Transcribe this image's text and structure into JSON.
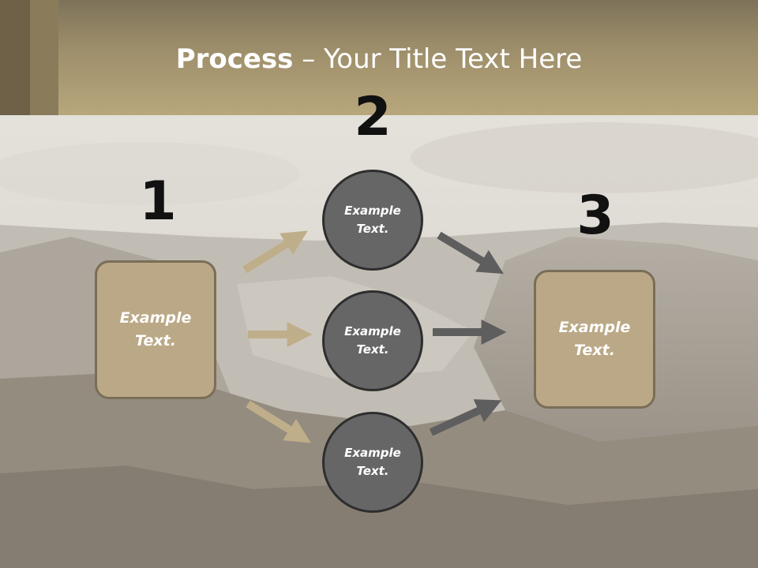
{
  "title": {
    "bold": "Process",
    "rest": " – Your Title Text Here"
  },
  "steps": [
    {
      "number": "1",
      "text_line1": "Example",
      "text_line2": "Text."
    },
    {
      "number": "2"
    },
    {
      "number": "3",
      "text_line1": "Example",
      "text_line2": "Text."
    }
  ],
  "circles": [
    {
      "text_line1": "Example",
      "text_line2": "Text."
    },
    {
      "text_line1": "Example",
      "text_line2": "Text."
    },
    {
      "text_line1": "Example",
      "text_line2": "Text."
    }
  ],
  "colors": {
    "header": "#b8a77c",
    "box_fill": "#bba886",
    "circle_fill": "#666666",
    "arrow_left": "#bfae8a",
    "arrow_right": "#5e5e5e"
  }
}
